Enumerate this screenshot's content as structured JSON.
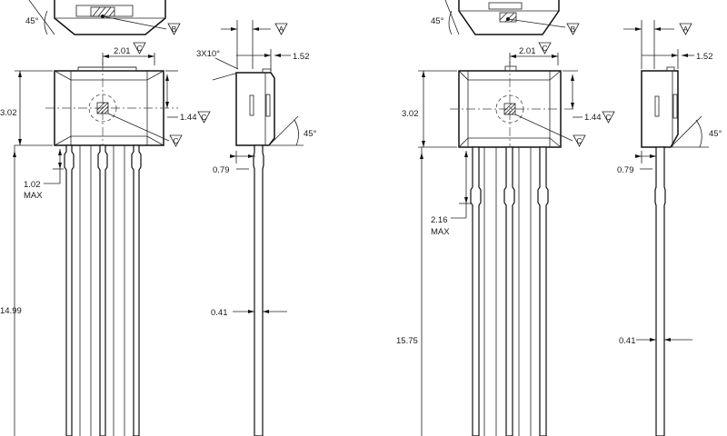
{
  "package_a": {
    "width": "2.01",
    "width_datum": "C",
    "height": "3.02",
    "sensor_offset": "1.44",
    "sensor_offset_datum": "C",
    "center_datum": "C",
    "lead_standoff": "1.02",
    "lead_standoff_note": "MAX",
    "lead_length": "14.99",
    "top_angle": "45°",
    "top_datum": "B",
    "side_datum": "A",
    "chamfer": "3X10°",
    "thickness": "1.52",
    "side_angle": "45°",
    "side_lead_offset": "0.79",
    "lead_thickness": "0.41"
  },
  "package_b": {
    "width": "2.01",
    "width_datum": "C",
    "height": "3.02",
    "sensor_offset": "1.44",
    "sensor_offset_datum": "C",
    "center_datum": "C",
    "lead_standoff": "2.16",
    "lead_standoff_note": "MAX",
    "lead_length": "15.75",
    "top_angle": "45°",
    "top_datum": "B",
    "side_datum": "A",
    "thickness": "1.52",
    "side_angle": "45°",
    "side_lead_offset": "0.79",
    "lead_thickness": "0.41"
  },
  "colors": {
    "line": "#111111",
    "background": "#ffffff"
  }
}
